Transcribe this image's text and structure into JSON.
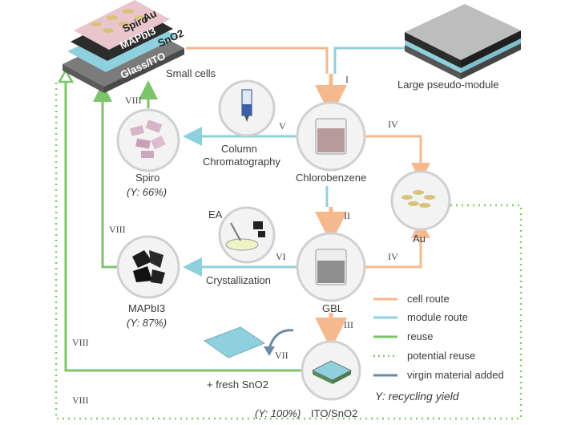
{
  "colors": {
    "cell_route": "#f6b98d",
    "module_route": "#8fd0df",
    "reuse": "#7cc46a",
    "potential_reuse": "#86c96f",
    "virgin_material": "#6b8aa6"
  },
  "device": {
    "layers": [
      "Au",
      "Spiro",
      "MAPbI3",
      "SnO2",
      "Glass/ITO"
    ]
  },
  "labels": {
    "small_cells": "Small cells",
    "large_module": "Large pseudo-module",
    "column": "Column",
    "chromatography": "Chromatography",
    "chlorobenzene": "Chlorobenzene",
    "spiro": "Spiro",
    "spiro_yield": "(Y: 66%)",
    "ea": "EA",
    "crystallization": "Crystallization",
    "gbl": "GBL",
    "mapbi3": "MAPbI3",
    "mapbi3_yield": "(Y: 87%)",
    "au": "Au",
    "fresh_sno2": "+ fresh SnO2",
    "ito_yield": "(Y: 100%)",
    "ito_sno2": "ITO/SnO2"
  },
  "steps": {
    "I": "I",
    "II": "II",
    "III": "III",
    "IV": "IV",
    "V": "V",
    "VI": "VI",
    "VII": "VII",
    "VIII": "VIII"
  },
  "legend": [
    {
      "label": "cell route",
      "style": "solid",
      "color_key": "cell_route"
    },
    {
      "label": "module route",
      "style": "solid",
      "color_key": "module_route"
    },
    {
      "label": "reuse",
      "style": "solid",
      "color_key": "reuse"
    },
    {
      "label": "potential reuse",
      "style": "dotted",
      "color_key": "potential_reuse"
    },
    {
      "label": "virgin material added",
      "style": "solid",
      "color_key": "virgin_material"
    }
  ],
  "legend_note": "Y: recycling yield"
}
